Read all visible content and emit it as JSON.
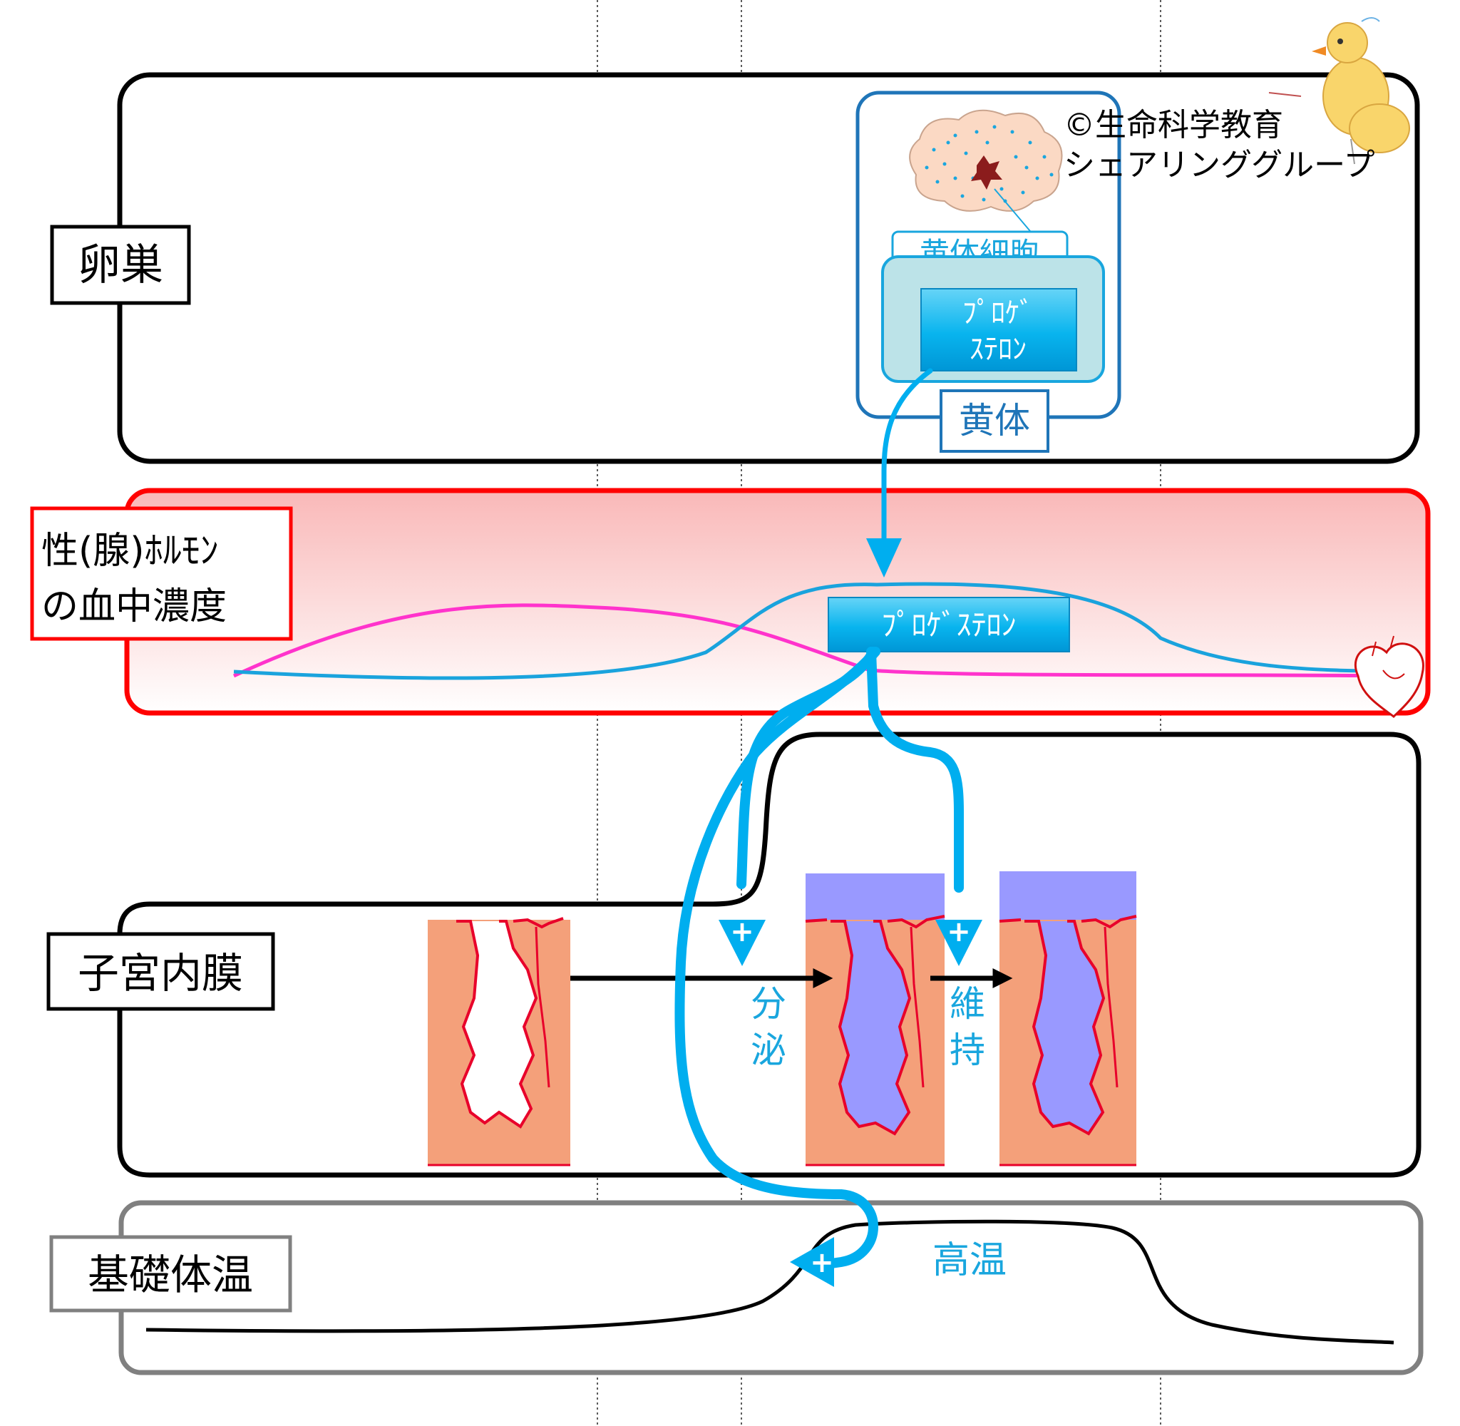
{
  "rows": {
    "ovary": "卵巣",
    "hormone_line1": "性(腺)ﾎﾙﾓﾝ",
    "hormone_line2": "の血中濃度",
    "endometrium": "子宮内膜",
    "temperature": "基礎体温"
  },
  "ovary_panel": {
    "cell_label": "黄体細胞",
    "hormone_line1": "ﾌﾟﾛｹﾞ",
    "hormone_line2": "ｽﾃﾛﾝ",
    "corpus_luteum_label": "黄体"
  },
  "blood_panel": {
    "hormone_label": "ﾌﾟﾛｹﾞｽﾃﾛﾝ"
  },
  "endometrium_panel": {
    "secretion_label": "分泌",
    "maintenance_label": "維持",
    "plus_sign": "+"
  },
  "temperature_panel": {
    "high_label": "高温",
    "plus_sign": "+"
  },
  "copyright": {
    "line1": "©生命科学教育",
    "line2": "シェアリンググループ"
  },
  "colors": {
    "progesterone": "#00aeef",
    "estrogen_curve": "#ff33cc",
    "blood_border": "#ff0000",
    "corpus_luteum_border": "#0070c0",
    "tissue": "#f4a07a",
    "gland_secretion": "#9999ff",
    "vessel": "#e8002a",
    "temperature_border": "#808080"
  },
  "icons": [
    "heart-icon",
    "chick-mascot-icon",
    "corpus-luteum-cell-icon",
    "endometrium-tissue-icon"
  ]
}
